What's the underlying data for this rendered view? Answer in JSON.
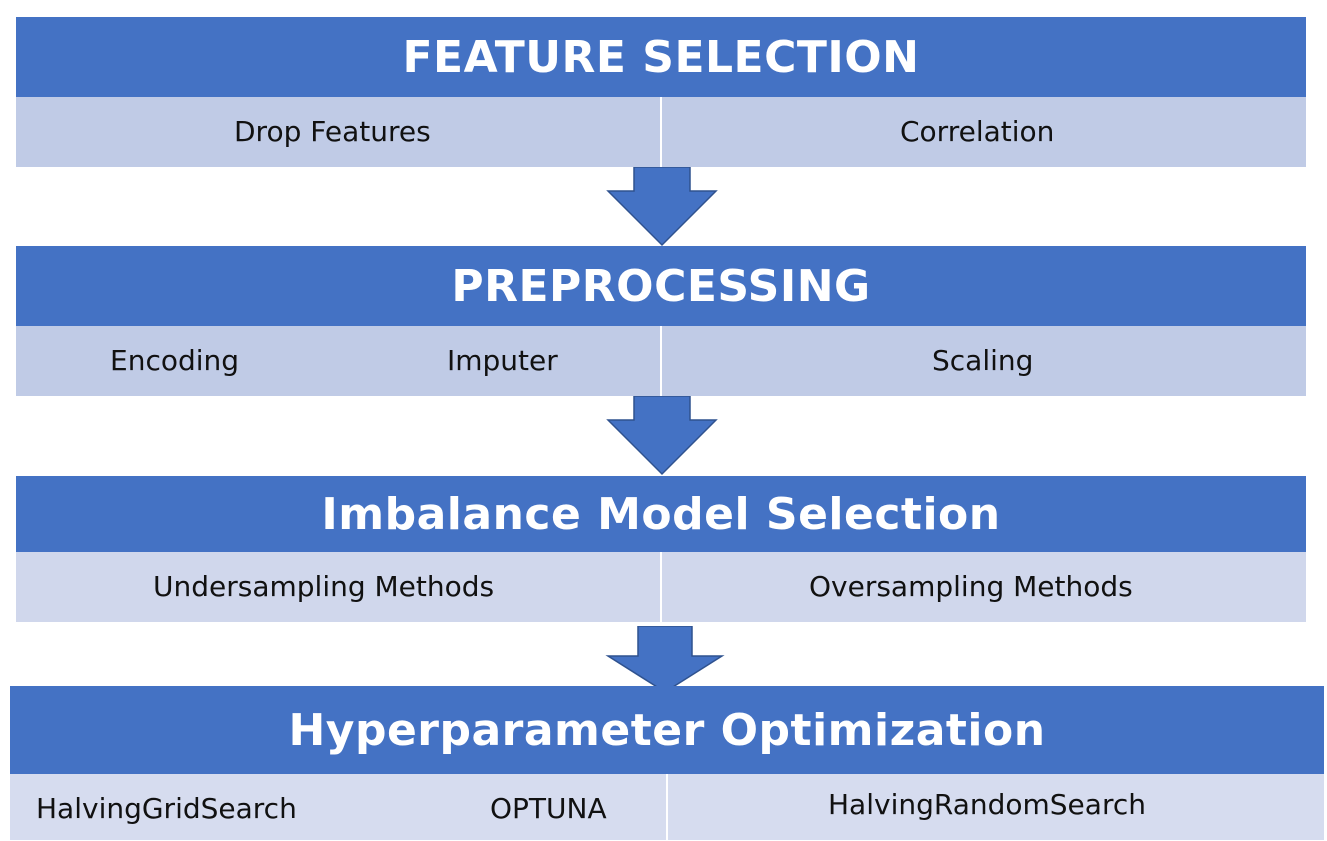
{
  "stages": [
    {
      "title": "FEATURE SELECTION",
      "items_left": [
        "Drop Features"
      ],
      "items_right": [
        "Correlation"
      ]
    },
    {
      "title": "PREPROCESSING",
      "items_left": [
        "Encoding",
        "Imputer"
      ],
      "items_right": [
        "Scaling"
      ]
    },
    {
      "title": "Imbalance Model Selection",
      "items_left": [
        "Undersampling Methods"
      ],
      "items_right": [
        "Oversampling Methods"
      ]
    },
    {
      "title": "Hyperparameter Optimization",
      "items_left": [
        "HalvingGridSearch",
        "OPTUNA"
      ],
      "items_right": [
        "HalvingRandomSearch"
      ]
    }
  ],
  "colors": {
    "header": "#4472c4",
    "header_text": "#ffffff",
    "row": "#c0cbe6",
    "row_light": "#d6dcef",
    "arrow": "#4472c4",
    "arrow_stroke": "#2f528f"
  },
  "icons": [
    "down-arrow-icon"
  ]
}
